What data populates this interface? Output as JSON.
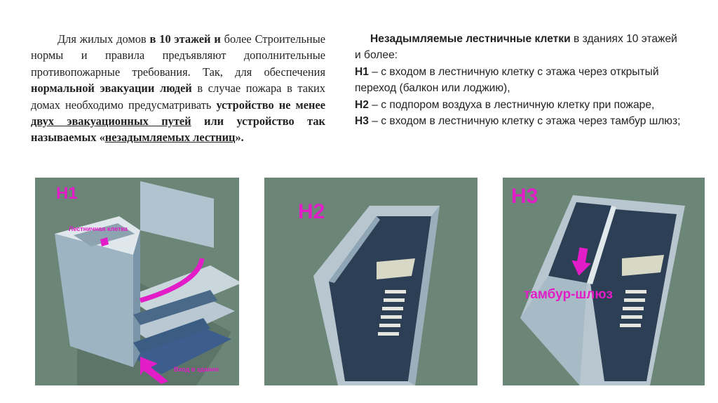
{
  "left_paragraph": {
    "t1": "Для жилых домов ",
    "t2": "в 10 этажей и",
    "t3": " более Строительные нормы и правила предъявляют дополнительные противопожарные требования. Так, для обеспечения ",
    "t4": "нормальной эвакуации людей",
    "t5": " в случае пожара в таких домах необходимо предусматривать ",
    "t6": "устройство не менее ",
    "t7": "двух эвакуационных путей",
    "t8": " или устройство так называемых «",
    "t9": "незадымляемых лестниц",
    "t10": "»."
  },
  "right_block": {
    "title": "Незадымляемые лестничные клетки",
    "title_tail": " в зданиях 10 этажей и более:",
    "h1_code": "Н1",
    "h1_text": " – с входом в лестничную клетку с этажа через открытый переход (балкон или лоджию),",
    "h2_code": "Н2",
    "h2_text": " – с подпором воздуха в лестничную клетку при пожаре,",
    "h3_code": "Н3",
    "h3_text": " – с входом в лестничную клетку с этажа через тамбур шлюз;"
  },
  "figures": {
    "h1": {
      "label": "Н1",
      "stair_label": "Лестничная клетка",
      "entry_label": "Вход в здание"
    },
    "h2": {
      "label": "Н2"
    },
    "h3": {
      "label": "Н3",
      "vestibule_label": "тамбур-шлюз"
    }
  },
  "colors": {
    "panel_bg": "#6b8677",
    "accent_magenta": "#e21cc6",
    "wall_light": "#c9d6dc",
    "wall_mid": "#9db4c3",
    "wall_dark": "#6f8a9e"
  }
}
